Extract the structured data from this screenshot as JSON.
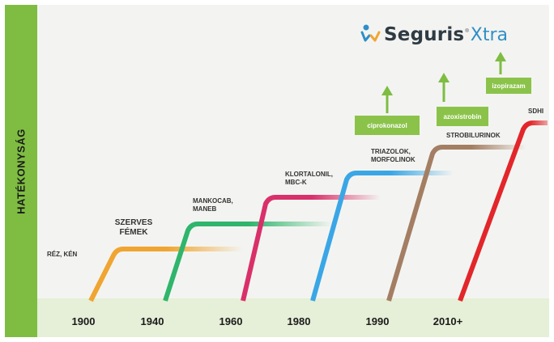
{
  "y_axis_label": "HATÉKONYSÁG",
  "years": [
    "1900",
    "1940",
    "1960",
    "1980",
    "1990",
    "2010+"
  ],
  "stages": [
    {
      "label": "RÉZ, KÉN",
      "color": "#8fc85a"
    },
    {
      "label": "SZERVES FÉMEK",
      "color": "#f0a531"
    },
    {
      "label": "MANKOCAB, MANEB",
      "color": "#2fb56c"
    },
    {
      "label": "KLORTALONIL, MBC-K",
      "color": "#d9306a"
    },
    {
      "label": "TRIAZOLOK, MORFOLINOK",
      "color": "#3aa6e6"
    },
    {
      "label": "STROBILURINOK",
      "color": "#a47e63"
    },
    {
      "label": "SDHI",
      "color": "#e2262a"
    }
  ],
  "highlight_boxes": [
    "ciprokonazol",
    "azoxistrobin",
    "izopirazam"
  ],
  "logo": {
    "main": "Seguris",
    "reg": "®",
    "suffix": "Xtra"
  }
}
